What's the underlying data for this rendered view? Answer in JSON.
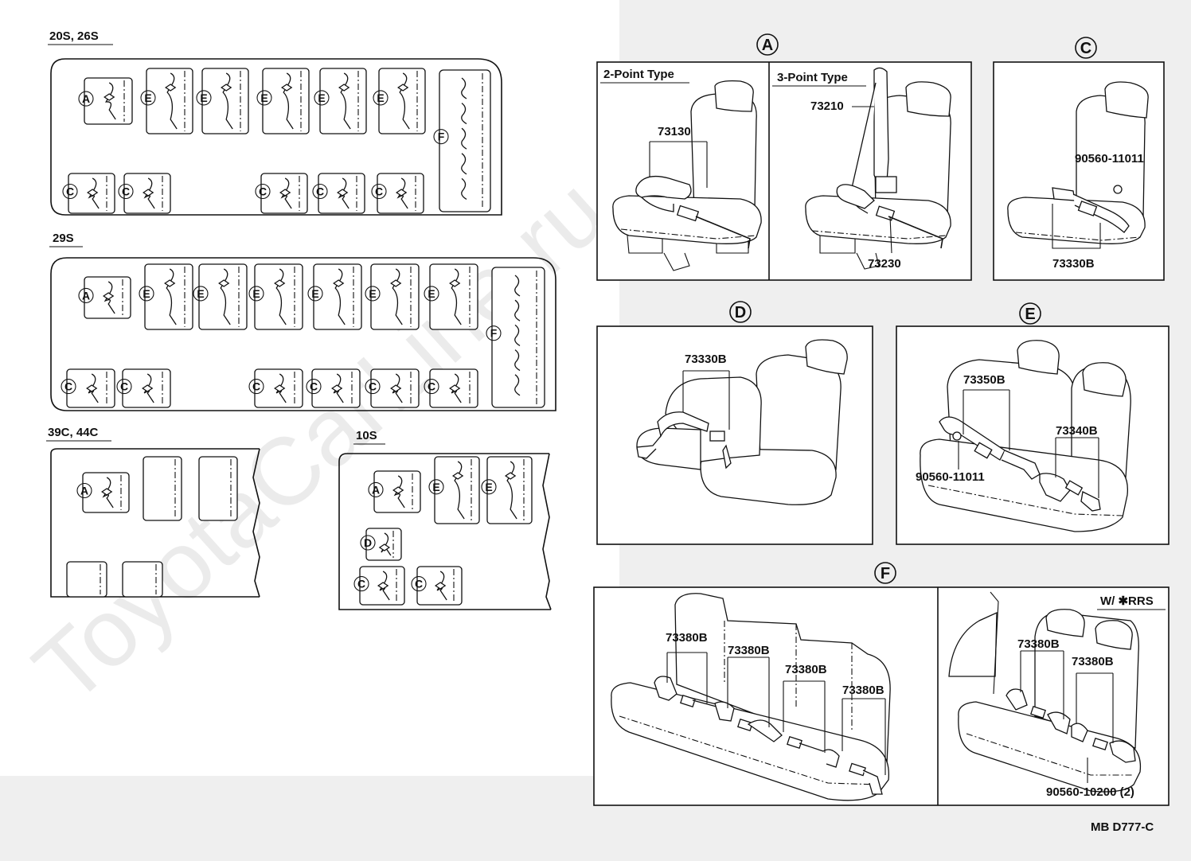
{
  "watermark": "ToyotaCarLine.ru",
  "layouts": [
    {
      "id": "l20",
      "label": "20S, 26S",
      "labelPos": [
        62,
        50
      ]
    },
    {
      "id": "l29",
      "label": "29S",
      "labelPos": [
        66,
        304
      ]
    },
    {
      "id": "l39",
      "label": "39C, 44C",
      "labelPos": [
        60,
        548
      ]
    },
    {
      "id": "l10",
      "label": "10S",
      "labelPos": [
        447,
        552
      ]
    }
  ],
  "seat_letters": {
    "A": "A",
    "C": "C",
    "D": "D",
    "E": "E",
    "F": "F"
  },
  "panels": {
    "A": {
      "title": "A",
      "left_title": "2-Point Type",
      "right_title": "3-Point Type",
      "parts": {
        "p1": "73130",
        "p2": "73210",
        "p3": "73230"
      }
    },
    "C": {
      "title": "C",
      "parts": {
        "p1": "90560-11011",
        "p2": "73330B"
      }
    },
    "D": {
      "title": "D",
      "parts": {
        "p1": "73330B"
      }
    },
    "E": {
      "title": "E",
      "parts": {
        "p1": "73350B",
        "p2": "73340B",
        "p3": "90560-11011"
      }
    },
    "F": {
      "title": "F",
      "right_title": "W/ ✱RRS",
      "parts": {
        "p1": "73380B",
        "p2": "73380B",
        "p3": "73380B",
        "p4": "73380B",
        "p5": "73380B",
        "p6": "73380B",
        "p7": "90560-10200 (2)"
      }
    }
  },
  "drawing_code": "MB D777-C"
}
